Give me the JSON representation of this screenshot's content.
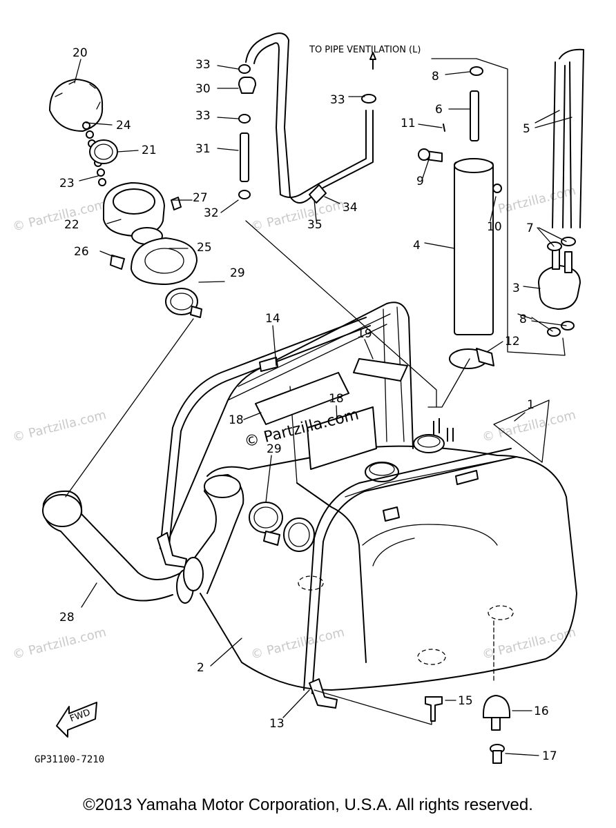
{
  "watermarks": {
    "center": "© Partzilla.com",
    "repeated": "© Partzilla.com"
  },
  "annotation": {
    "pipe_ventilation": "TO PIPE VENTILATION (L)"
  },
  "fwd_label": "FWD",
  "diagram_code": "GP31100-7210",
  "copyright": "©2013  Yamaha Motor Corporation, U.S.A. All rights reserved.",
  "callouts": {
    "c1": "1",
    "c2": "2",
    "c3": "3",
    "c4": "4",
    "c5": "5",
    "c6": "6",
    "c7": "7",
    "c8a": "8",
    "c8b": "8",
    "c9": "9",
    "c10": "10",
    "c11": "11",
    "c12": "12",
    "c13": "13",
    "c14": "14",
    "c15": "15",
    "c16": "16",
    "c17": "17",
    "c18a": "18",
    "c18b": "18",
    "c19": "19",
    "c20": "20",
    "c21": "21",
    "c22": "22",
    "c23": "23",
    "c24": "24",
    "c25": "25",
    "c26": "26",
    "c27": "27",
    "c28": "28",
    "c29a": "29",
    "c29b": "29",
    "c30": "30",
    "c31": "31",
    "c32": "32",
    "c33a": "33",
    "c33b": "33",
    "c33c": "33",
    "c34": "34",
    "c35": "35"
  }
}
